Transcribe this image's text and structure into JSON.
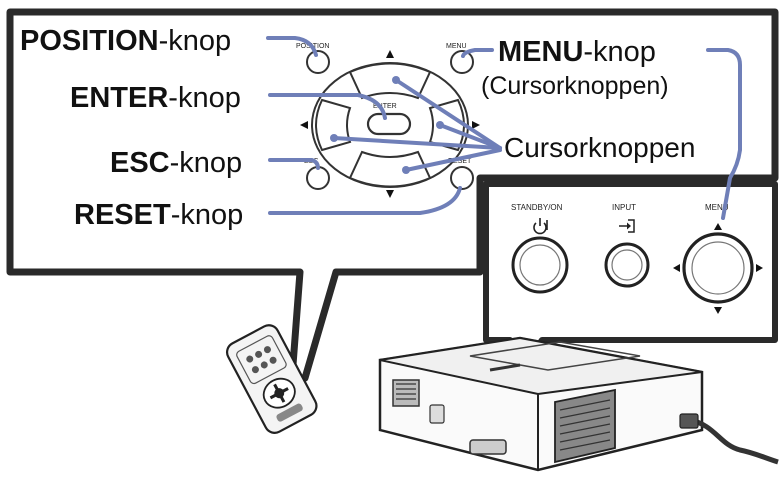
{
  "callouts": {
    "position": {
      "bold": "POSITION",
      "suffix": "-knop"
    },
    "enter": {
      "bold": "ENTER",
      "suffix": "-knop"
    },
    "esc": {
      "bold": "ESC",
      "suffix": "-knop"
    },
    "reset": {
      "bold": "RESET",
      "suffix": "-knop"
    },
    "menu": {
      "bold": "MENU",
      "suffix": "-knop",
      "sub": "(Cursorknoppen)"
    },
    "cursor": {
      "text": "Cursorknoppen"
    }
  },
  "remote_labels": {
    "position": "POSITION",
    "menu": "MENU",
    "enter": "ENTER",
    "esc": "ESC",
    "reset": "RESET"
  },
  "panel_labels": {
    "standby": "STANDBY/ON",
    "input": "INPUT",
    "menu": "MENU"
  },
  "colors": {
    "leader": "#6f7fb8",
    "frame": "#2a2a2a",
    "text": "#111111"
  },
  "icons": [
    "power-icon",
    "input-icon",
    "arrow-up-icon",
    "arrow-down-icon",
    "arrow-left-icon",
    "arrow-right-icon"
  ]
}
